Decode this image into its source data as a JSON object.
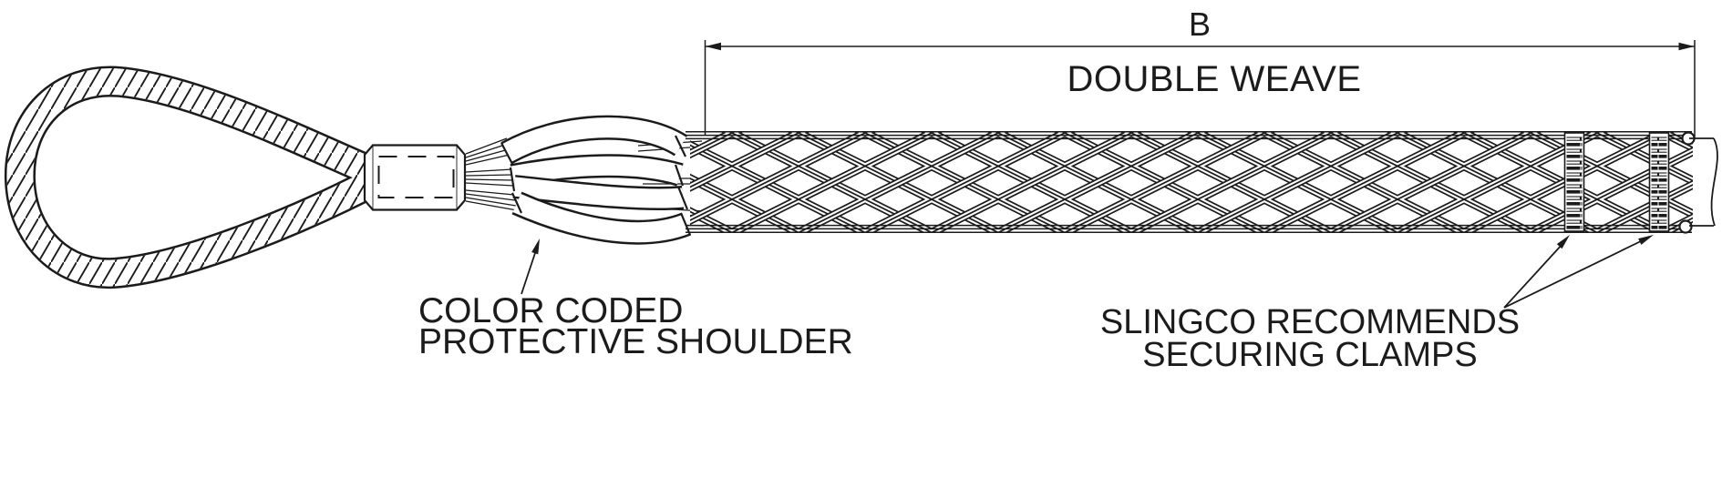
{
  "diagram": {
    "title_hint": "wire mesh pulling grip technical drawing",
    "dimension": {
      "label": "B"
    },
    "mesh": {
      "label": "DOUBLE WEAVE"
    },
    "shoulder_note": {
      "line1": "COLOR CODED",
      "line2": "PROTECTIVE SHOULDER"
    },
    "clamp_note": {
      "line1": "SLINGCO RECOMMENDS",
      "line2": "SECURING CLAMPS"
    },
    "colors": {
      "line": "#1b1b1b",
      "background": "#ffffff"
    }
  }
}
